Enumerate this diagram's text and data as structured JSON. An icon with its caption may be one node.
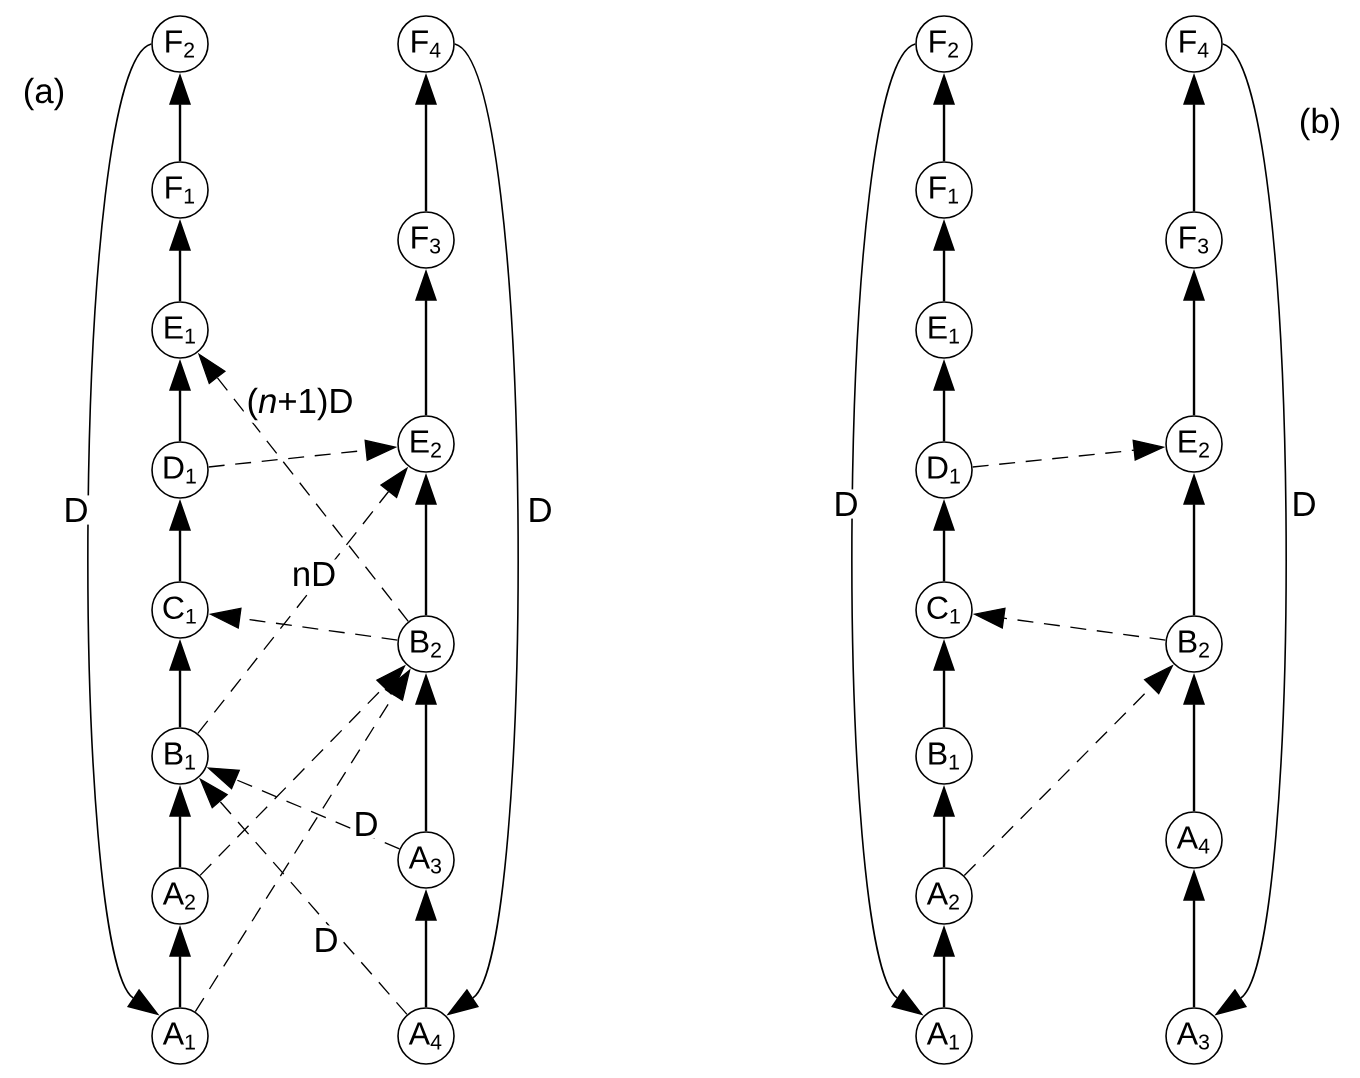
{
  "diagram": {
    "nodes": [
      {
        "text": [
          "F$_{2}$"
        ]
      },
      {
        "text": [
          "F$_{1}$"
        ]
      },
      {
        "text": [
          "E$_{1}$"
        ]
      },
      {
        "text": [
          "D$_{1}$"
        ]
      },
      {
        "text": [
          "C$_{1}$"
        ]
      },
      {
        "text": [
          "B$_{1}$"
        ]
      },
      {
        "text": [
          "A$_{2}$"
        ]
      },
      {
        "text": [
          "A$_{1}$"
        ]
      },
      {
        "text": [
          "F$_{4}$"
        ]
      },
      {
        "text": [
          "F$_{3}$"
        ]
      },
      {
        "text": [
          "E$_{2}$"
        ]
      },
      {
        "text": [
          "B$_{2}$"
        ]
      },
      {
        "text": [
          "A$_{3}$"
        ]
      },
      {
        "text": [
          "A$_{4}$"
        ]
      },
      {
        "text": [
          "F$_{2}$"
        ]
      },
      {
        "text": [
          "F$_{1}$"
        ]
      },
      {
        "text": [
          "E$_{1}$"
        ]
      },
      {
        "text": [
          "D$_{1}$"
        ]
      },
      {
        "text": [
          "C$_{1}$"
        ]
      },
      {
        "text": [
          "B$_{1}$"
        ]
      },
      {
        "text": [
          "A$_{2}$"
        ]
      },
      {
        "text": [
          "A$_{1}$"
        ]
      },
      {
        "text": [
          "F$_{4}$"
        ]
      },
      {
        "text": [
          "F$_{3}$"
        ]
      },
      {
        "text": [
          "E$_{2}$"
        ]
      },
      {
        "text": [
          "B$_{2}$"
        ]
      },
      {
        "text": [
          "A$_{4}$"
        ]
      },
      {
        "text": [
          "A$_{3}$"
        ]
      }
    ],
    "edges": [
      {
        "from": 7,
        "to": 6,
        "arrow": "to"
      },
      {
        "from": 6,
        "to": 5,
        "arrow": "to"
      },
      {
        "from": 5,
        "to": 4,
        "arrow": "to"
      },
      {
        "from": 4,
        "to": 3,
        "arrow": "to"
      },
      {
        "from": 3,
        "to": 2,
        "arrow": "to"
      },
      {
        "from": 2,
        "to": 1,
        "arrow": "to"
      },
      {
        "from": 1,
        "to": 0,
        "arrow": "to"
      },
      {
        "from": 13,
        "to": 12,
        "arrow": "to"
      },
      {
        "from": 12,
        "to": 11,
        "arrow": "to"
      },
      {
        "from": 11,
        "to": 10,
        "arrow": "to"
      },
      {
        "from": 10,
        "to": 9,
        "arrow": "to"
      },
      {
        "from": 9,
        "to": 8,
        "arrow": "to"
      },
      {
        "from": 0,
        "to": 7,
        "arrow": "to",
        "label": "D"
      },
      {
        "from": 8,
        "to": 13,
        "arrow": "to",
        "label": "D"
      },
      {
        "from": 3,
        "to": 10,
        "arrow": "to",
        "style": "dashed"
      },
      {
        "from": 11,
        "to": 2,
        "arrow": "to",
        "style": "dashed",
        "label": "(*n*+1)D"
      },
      {
        "from": 5,
        "to": 10,
        "arrow": "to",
        "style": "dashed",
        "label": "nD"
      },
      {
        "from": 11,
        "to": 4,
        "arrow": "to",
        "style": "dashed"
      },
      {
        "from": 6,
        "to": 11,
        "arrow": "to",
        "style": "dashed"
      },
      {
        "from": 7,
        "to": 11,
        "arrow": "to",
        "style": "dashed"
      },
      {
        "from": 12,
        "to": 5,
        "arrow": "to",
        "style": "dashed",
        "label": "D"
      },
      {
        "from": 13,
        "to": 5,
        "arrow": "to",
        "style": "dashed",
        "label": "D"
      },
      {
        "from": 21,
        "to": 20,
        "arrow": "to"
      },
      {
        "from": 20,
        "to": 19,
        "arrow": "to"
      },
      {
        "from": 19,
        "to": 18,
        "arrow": "to"
      },
      {
        "from": 18,
        "to": 17,
        "arrow": "to"
      },
      {
        "from": 17,
        "to": 16,
        "arrow": "to"
      },
      {
        "from": 16,
        "to": 15,
        "arrow": "to"
      },
      {
        "from": 15,
        "to": 14,
        "arrow": "to"
      },
      {
        "from": 27,
        "to": 26,
        "arrow": "to"
      },
      {
        "from": 26,
        "to": 25,
        "arrow": "to"
      },
      {
        "from": 25,
        "to": 24,
        "arrow": "to"
      },
      {
        "from": 24,
        "to": 23,
        "arrow": "to"
      },
      {
        "from": 23,
        "to": 22,
        "arrow": "to"
      },
      {
        "from": 14,
        "to": 21,
        "arrow": "to",
        "label": "D"
      },
      {
        "from": 22,
        "to": 27,
        "arrow": "to",
        "label": "D"
      },
      {
        "from": 17,
        "to": 24,
        "arrow": "to",
        "style": "dashed"
      },
      {
        "from": 25,
        "to": 18,
        "arrow": "to",
        "style": "dashed"
      },
      {
        "from": 20,
        "to": 25,
        "arrow": "to",
        "style": "dashed"
      }
    ],
    "labels": [
      "(a)",
      "(b)"
    ]
  }
}
